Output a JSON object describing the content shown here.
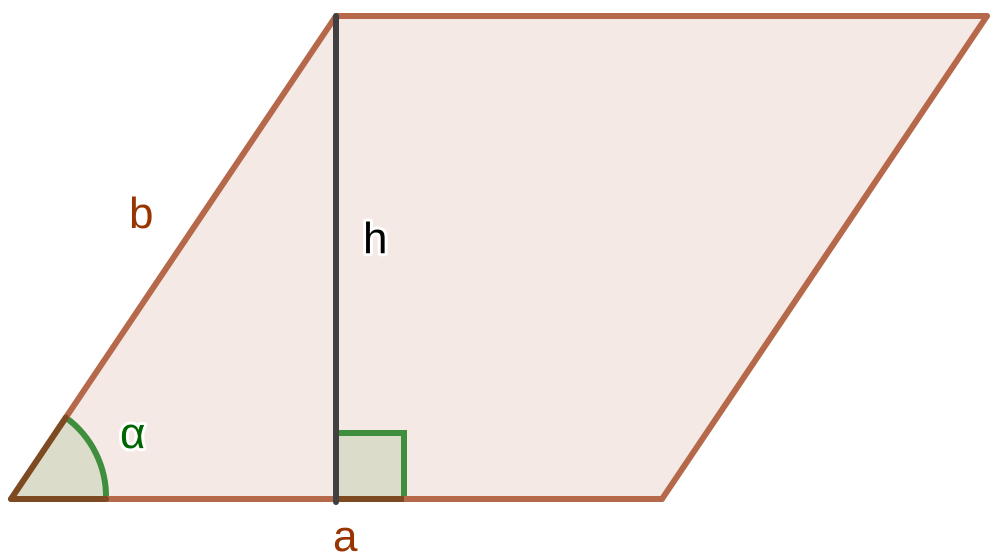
{
  "figure": {
    "labels": {
      "side_a": "a",
      "side_b": "b",
      "height": "h",
      "angle": "α"
    },
    "colors": {
      "background": "#ffffff",
      "parallelogram_fill": "#f4e9e4",
      "parallelogram_edge": "#b5694a",
      "side_label": "#993300",
      "height_line": "#404040",
      "height_label": "#000000",
      "angle_marker": "#3e8e3e",
      "angle_fill": "#dcdcca",
      "angle_label": "#006400"
    }
  }
}
